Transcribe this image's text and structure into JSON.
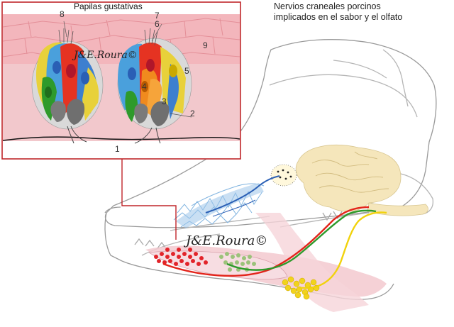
{
  "figure": {
    "title_line1": "Nervios craneales porcinos",
    "title_line2": "implicados en el sabor y el olfato",
    "inset_title": "Papilas gustativas",
    "watermark": "J&E.Roura©",
    "inset_watermark": "J&E.Roura©",
    "labels": [
      "1",
      "2",
      "3",
      "4",
      "5",
      "6",
      "7",
      "8",
      "9"
    ]
  },
  "colors": {
    "inset_frame": "#c0262a",
    "nerve_red": "#e3241b",
    "nerve_green": "#2e9a2b",
    "nerve_yellow": "#f1d20c",
    "nerve_blue": "#2a5fb5",
    "olfactory_mucosa": "#7fb3e0",
    "brain": "#f5e6bb",
    "tissue_pink": "#f2c8cc",
    "tongue_pink": "#f6cfd6",
    "red_papillae": "#e2242a",
    "green_papillae": "#9cc27a",
    "yellow_gland": "#f2d31c"
  }
}
